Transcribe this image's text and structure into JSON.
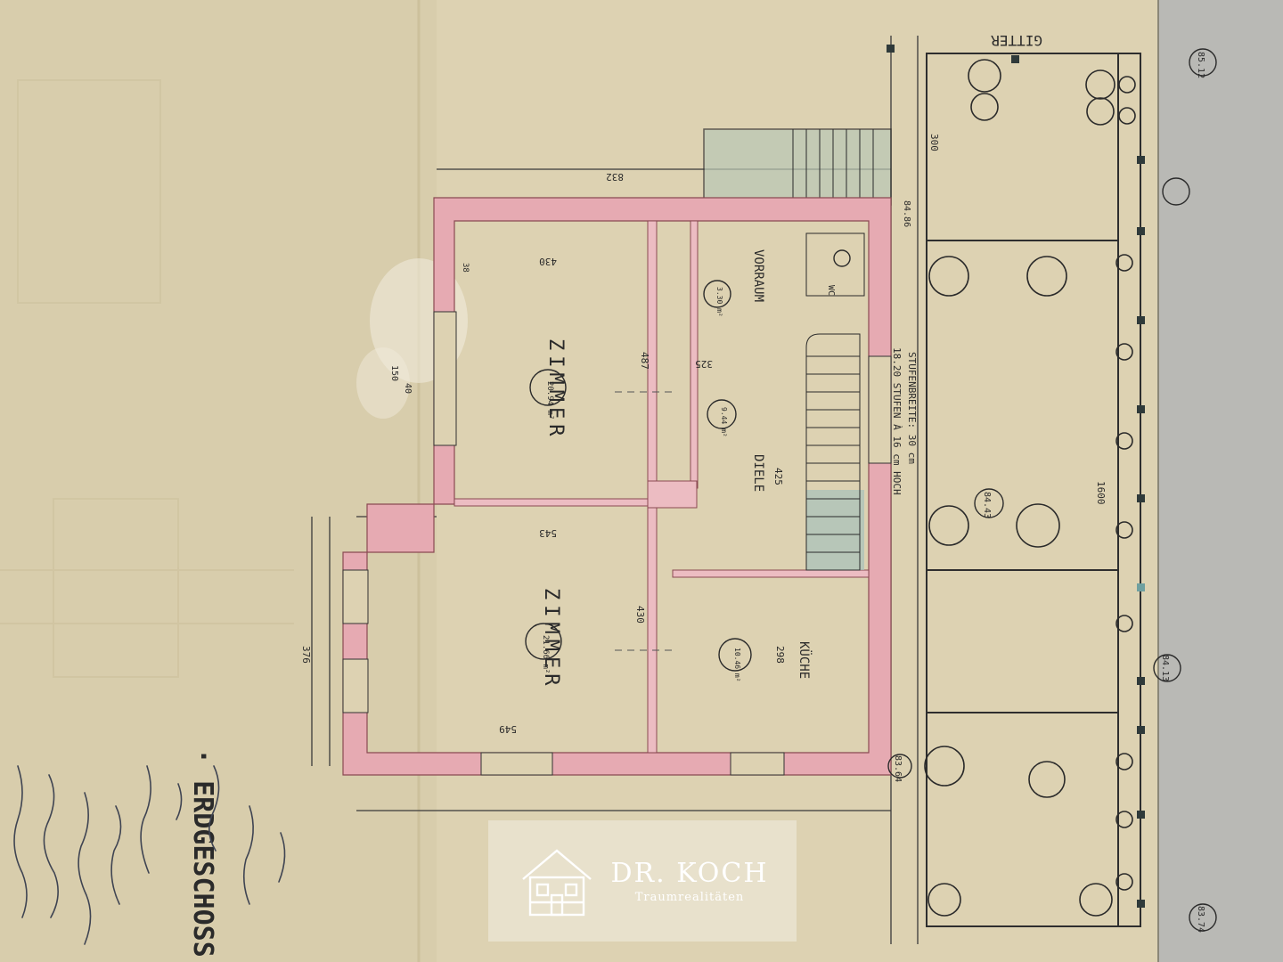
{
  "plan": {
    "title": "· ERDGESCHOSS ·",
    "gitter": "GITTER",
    "rooms": [
      {
        "name": "ZIMMER",
        "area": "20.94 m²"
      },
      {
        "name": "ZIMMER",
        "area": "21.66 m²"
      },
      {
        "name": "VORRAUM",
        "area": "3.30 m²"
      },
      {
        "name": "DIELE",
        "area": "9.44 m²"
      },
      {
        "name": "KÜCHE",
        "area": "10.46 m²"
      }
    ],
    "stairs": "18.20 STUFEN À 16 cm HOCH",
    "stairs_width": "STUFENBREITE: 30 cm",
    "levels": [
      "85.12",
      "84.86",
      "84.43",
      "84.13",
      "83.64",
      "83.74"
    ],
    "dims": [
      "832",
      "430",
      "487",
      "325",
      "425",
      "543",
      "430",
      "549",
      "298",
      "1600",
      "300",
      "376",
      "150",
      "40",
      "38"
    ],
    "wc": "WC"
  },
  "watermark": {
    "name": "DR. KOCH",
    "tagline": "Traumrealitäten",
    "logo_icon": "house-logo-icon"
  }
}
